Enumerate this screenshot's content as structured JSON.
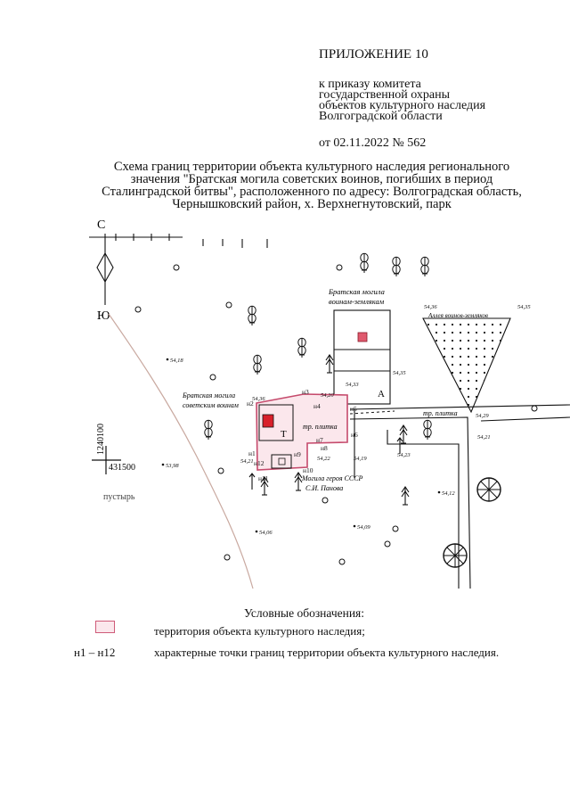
{
  "header": {
    "appendix": "ПРИЛОЖЕНИЕ 10",
    "order_lines": [
      "к приказу комитета",
      "государственной охраны",
      "объектов культурного наследия",
      "Волгоградской области"
    ],
    "date_line": "от 02.11.2022 № 562"
  },
  "caption_lines": [
    "Схема границ территории объекта культурного наследия регионального",
    "значения \"Братская могила советских воинов, погибших в период",
    "Сталинградской битвы\", расположенного по адресу: Волгоградская область,",
    "Чернышковский район, х. Верхнегнутовский, парк"
  ],
  "map": {
    "north_label": "С",
    "south_label": "Ю",
    "grid_label_y": "1240100",
    "grid_label_x": "431500",
    "wasteland_label": "пустырь",
    "plot_label": "А",
    "territory_label": "Т",
    "paving_label": "тр. плитка",
    "mass_grave_top": [
      "Братская могила",
      "воинам-землякам"
    ],
    "alley_label": "Аллея воинов-земляков",
    "mass_grave_left": [
      "Братская могила",
      "советским воинам"
    ],
    "hero_grave": [
      "Могила героя СССР",
      "С.И. Панова"
    ],
    "elevations": [
      {
        "id": "e1",
        "text": "54,18"
      },
      {
        "id": "e2",
        "text": "54,36"
      },
      {
        "id": "e3",
        "text": "54,20"
      },
      {
        "id": "e4",
        "text": "54,33"
      },
      {
        "id": "e5",
        "text": "54,35"
      },
      {
        "id": "e6",
        "text": "54,36"
      },
      {
        "id": "e7",
        "text": "54,35"
      },
      {
        "id": "e8",
        "text": "54,29"
      },
      {
        "id": "e9",
        "text": "54,22"
      },
      {
        "id": "e10",
        "text": "54,19"
      },
      {
        "id": "e11",
        "text": "54,23"
      },
      {
        "id": "e12",
        "text": "54,21"
      },
      {
        "id": "e13",
        "text": "53,98"
      },
      {
        "id": "e14",
        "text": "54,12"
      },
      {
        "id": "e15",
        "text": "54,09"
      },
      {
        "id": "e16",
        "text": "54,06"
      },
      {
        "id": "e17",
        "text": "54,21"
      }
    ],
    "points": [
      {
        "id": "p1",
        "text": "н1"
      },
      {
        "id": "p2",
        "text": "н2"
      },
      {
        "id": "p3",
        "text": "н3"
      },
      {
        "id": "p4",
        "text": "н4"
      },
      {
        "id": "p5",
        "text": "н5"
      },
      {
        "id": "p6",
        "text": "н6"
      },
      {
        "id": "p7",
        "text": "н7"
      },
      {
        "id": "p8",
        "text": "н8"
      },
      {
        "id": "p9",
        "text": "н9"
      },
      {
        "id": "p10",
        "text": "н10"
      },
      {
        "id": "p11",
        "text": "н11"
      },
      {
        "id": "p12",
        "text": "н12"
      }
    ]
  },
  "legend": {
    "title": "Условные обозначения:",
    "territory_text": "территория объекта культурного наследия;",
    "points_range": "н1 – н12",
    "points_text": "характерные точки границ территории объекта культурного наследия."
  },
  "colors": {
    "boundary": "#c54a6c",
    "boundary_fill": "#fbe7ec",
    "monument": "#d8202a",
    "slope_line": "#c9a9a0"
  }
}
